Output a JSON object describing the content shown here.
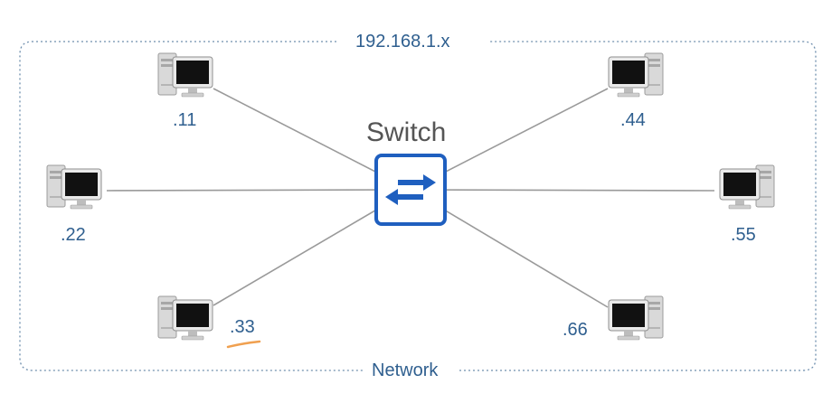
{
  "network": {
    "subnet_label": "192.168.1.x",
    "name": "Network"
  },
  "switch": {
    "label": "Switch",
    "icon": "bidirectional-arrows-icon",
    "color": "#1f5fbf"
  },
  "hosts": [
    {
      "id": "h11",
      "label": ".11"
    },
    {
      "id": "h22",
      "label": ".22"
    },
    {
      "id": "h33",
      "label": ".33",
      "highlighted": true
    },
    {
      "id": "h44",
      "label": ".44"
    },
    {
      "id": "h55",
      "label": ".55"
    },
    {
      "id": "h66",
      "label": ".66"
    }
  ],
  "colors": {
    "label_text": "#2f5f8f",
    "frame": "#6f8fae",
    "link": "#9a9a9a",
    "highlight": "#f0a050"
  }
}
